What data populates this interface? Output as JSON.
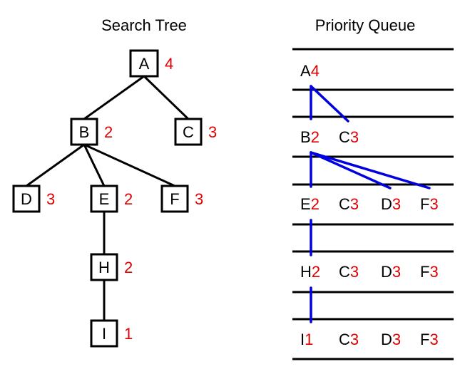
{
  "colors": {
    "cost": "#e00000",
    "pointer": "#0000e0",
    "line": "#000000"
  },
  "tree": {
    "title": "Search Tree",
    "nodes": [
      {
        "id": "A",
        "label": "A",
        "cost": "4"
      },
      {
        "id": "B",
        "label": "B",
        "cost": "2"
      },
      {
        "id": "C",
        "label": "C",
        "cost": "3"
      },
      {
        "id": "D",
        "label": "D",
        "cost": "3"
      },
      {
        "id": "E",
        "label": "E",
        "cost": "2"
      },
      {
        "id": "F",
        "label": "F",
        "cost": "3"
      },
      {
        "id": "H",
        "label": "H",
        "cost": "2"
      },
      {
        "id": "I",
        "label": "I",
        "cost": "1"
      }
    ],
    "edges": [
      [
        "A",
        "B"
      ],
      [
        "A",
        "C"
      ],
      [
        "B",
        "D"
      ],
      [
        "B",
        "E"
      ],
      [
        "B",
        "F"
      ],
      [
        "E",
        "H"
      ],
      [
        "H",
        "I"
      ]
    ]
  },
  "queue": {
    "title": "Priority Queue",
    "rows": [
      [
        {
          "letter": "A",
          "num": "4"
        }
      ],
      [
        {
          "letter": "B",
          "num": "2"
        },
        {
          "letter": "C",
          "num": "3"
        }
      ],
      [
        {
          "letter": "E",
          "num": "2"
        },
        {
          "letter": "C",
          "num": "3"
        },
        {
          "letter": "D",
          "num": "3"
        },
        {
          "letter": "F",
          "num": "3"
        }
      ],
      [
        {
          "letter": "H",
          "num": "2"
        },
        {
          "letter": "C",
          "num": "3"
        },
        {
          "letter": "D",
          "num": "3"
        },
        {
          "letter": "F",
          "num": "3"
        }
      ],
      [
        {
          "letter": "I",
          "num": "1"
        },
        {
          "letter": "C",
          "num": "3"
        },
        {
          "letter": "D",
          "num": "3"
        },
        {
          "letter": "F",
          "num": "3"
        }
      ]
    ]
  }
}
